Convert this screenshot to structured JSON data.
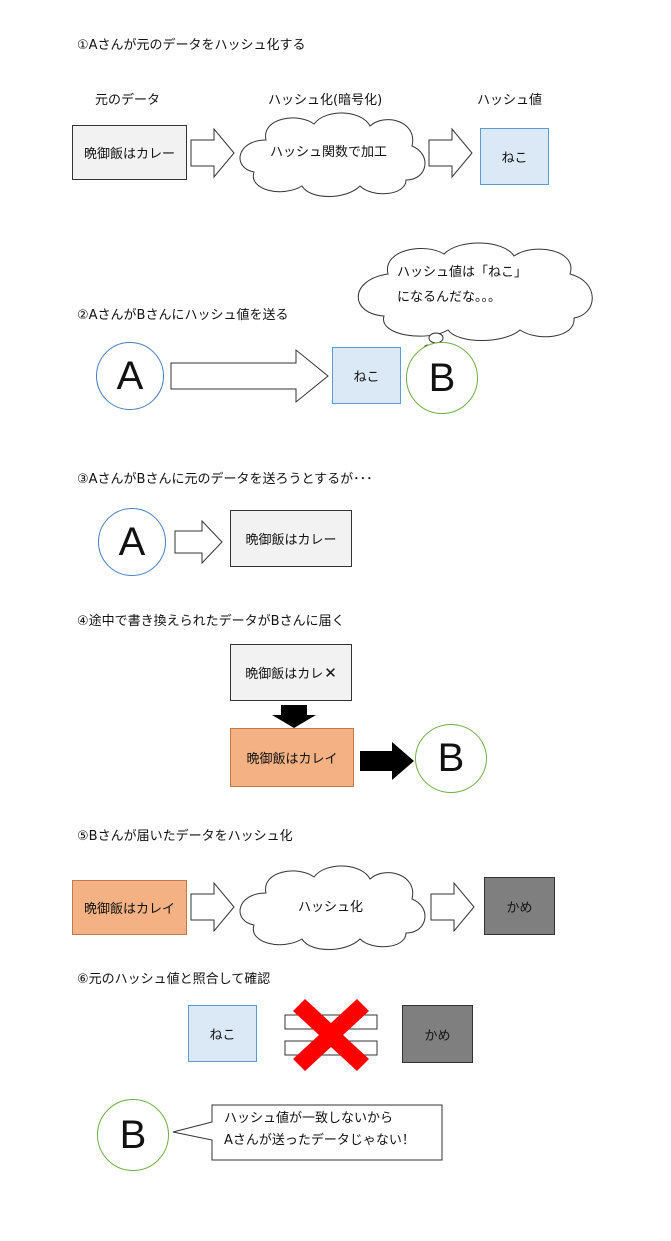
{
  "step1": {
    "title": "①Aさんが元のデータをハッシュ化する",
    "label_original": "元のデータ",
    "label_hashing": "ハッシュ化(暗号化)",
    "label_hash_value": "ハッシュ値",
    "original_data": "晩御飯はカレー",
    "hash_function": "ハッシュ関数で加工",
    "hash_value": "ねこ"
  },
  "step2": {
    "title": "②AさんがBさんにハッシュ値を送る",
    "person_a": "A",
    "person_b": "B",
    "hash_value": "ねこ",
    "thought_line1": "ハッシュ値は「ねこ」",
    "thought_line2": "になるんだな。。。"
  },
  "step3": {
    "title": "③AさんがBさんに元のデータを送ろうとするが･･･",
    "person_a": "A",
    "data": "晩御飯はカレー"
  },
  "step4": {
    "title": "④途中で書き換えられたデータがBさんに届く",
    "original_data": "晩御飯はカレ",
    "cross_mark": "✕",
    "altered_data": "晩御飯はカレイ",
    "person_b": "B"
  },
  "step5": {
    "title": "⑤Bさんが届いたデータをハッシュ化",
    "data": "晩御飯はカレイ",
    "process": "ハッシュ化",
    "hash_value": "かめ"
  },
  "step6": {
    "title": "⑥元のハッシュ値と照合して確認",
    "original_hash": "ねこ",
    "new_hash": "かめ",
    "person_b": "B",
    "bubble_line1": "ハッシュ値が一致しないから",
    "bubble_line2": "Aさんが送ったデータじゃない！"
  },
  "colors": {
    "gray_box": "#f2f2f2",
    "blue_box": "#dbe8f5",
    "orange_box": "#f4b183",
    "dark_box": "#7f7f7f",
    "circle_a": "#4a7ebf",
    "circle_b": "#70ad47",
    "cross": "#ff0000"
  }
}
